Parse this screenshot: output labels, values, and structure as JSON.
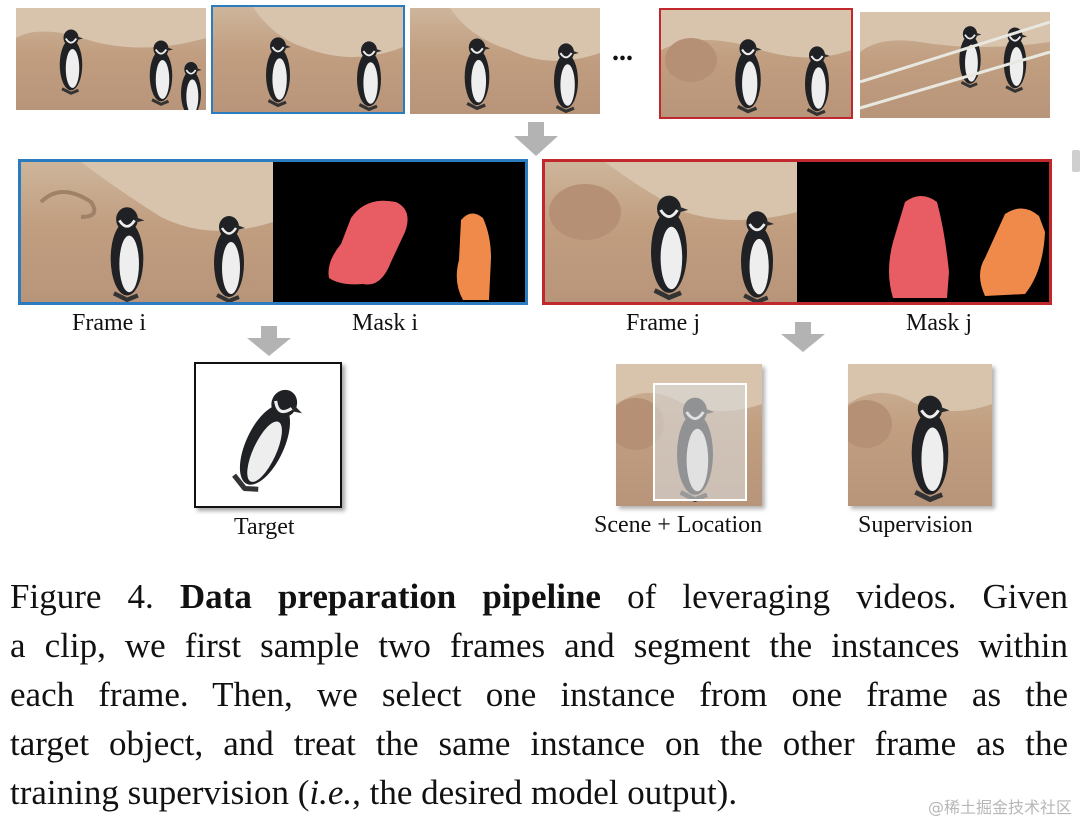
{
  "figure": {
    "labels": {
      "frame_i": "Frame i",
      "mask_i": "Mask i",
      "frame_j": "Frame j",
      "mask_j": "Mask j",
      "target": "Target",
      "scene_location": "Scene + Location",
      "supervision": "Supervision",
      "ellipsis": "..."
    },
    "colors": {
      "blue_box": "#2b7bbf",
      "red_box": "#c0282d",
      "arrow": "#b3b3b3",
      "mask_red": "#e85c63",
      "mask_orange": "#f08a4b",
      "sand": "#c9a888",
      "rock": "#d8c4ad"
    }
  },
  "caption": {
    "prefix": "Figure 4. ",
    "bold": "Data preparation pipeline",
    "line1_rest": " of leveraging videos. Given",
    "line2": "a clip, we first sample two frames and segment the instances within",
    "line3": "each frame. Then, we select one instance from one frame as the",
    "line4": "target object, and treat the same instance on the other frame as the",
    "line5_start": "training supervision (",
    "line5_italic": "i.e.",
    "line5_end": ", the desired model output)."
  },
  "watermark": "@稀土掘金技术社区"
}
